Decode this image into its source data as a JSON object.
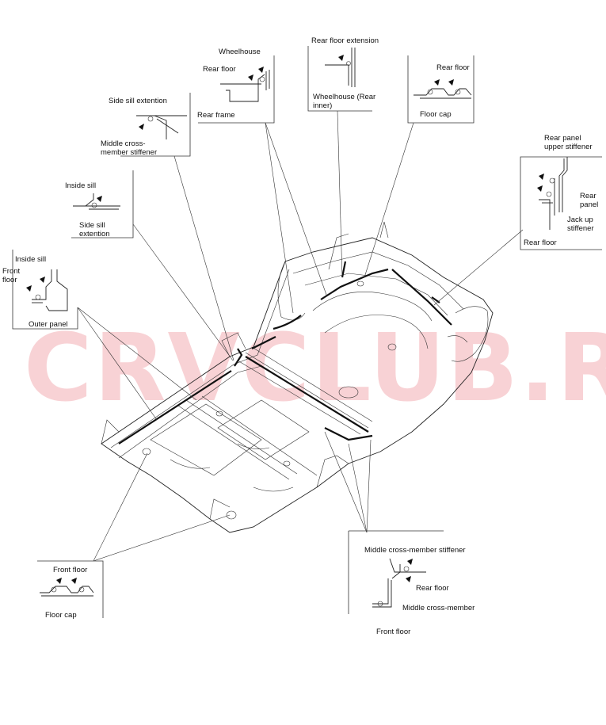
{
  "watermark": "CRVCLUB.RU",
  "callouts": {
    "side_sill_ext": {
      "title": "Side sill extention",
      "sub1": "Middle cross-",
      "sub2": "member stiffener"
    },
    "wheelhouse": {
      "wheelhouse": "Wheelhouse",
      "rear_floor": "Rear floor",
      "rear_frame": "Rear frame"
    },
    "rear_floor_ext": {
      "title": "Rear floor extension",
      "sub1": "Wheelhouse (Rear",
      "sub2": "inner)"
    },
    "rear_floor_cap": {
      "title": "Rear floor",
      "sub": "Floor cap"
    },
    "inside_sill": {
      "title": "Inside sill",
      "sub1": "Side sill",
      "sub2": "extention"
    },
    "rear_panel": {
      "t1": "Rear panel",
      "t2": "upper stiffener",
      "p1": "Rear",
      "p2": "panel",
      "j1": "Jack up",
      "j2": "stiffener",
      "rear_floor": "Rear floor"
    },
    "outer_panel": {
      "inside_sill": "Inside sill",
      "front1": "Front",
      "front2": "floor",
      "outer": "Outer panel"
    },
    "front_floor_cap": {
      "title": "Front floor",
      "sub": "Floor cap"
    },
    "middle_cm": {
      "title": "Middle cross-member stiffener",
      "rear_floor": "Rear floor",
      "mcm": "Middle cross-member",
      "front_floor": "Front floor"
    }
  }
}
